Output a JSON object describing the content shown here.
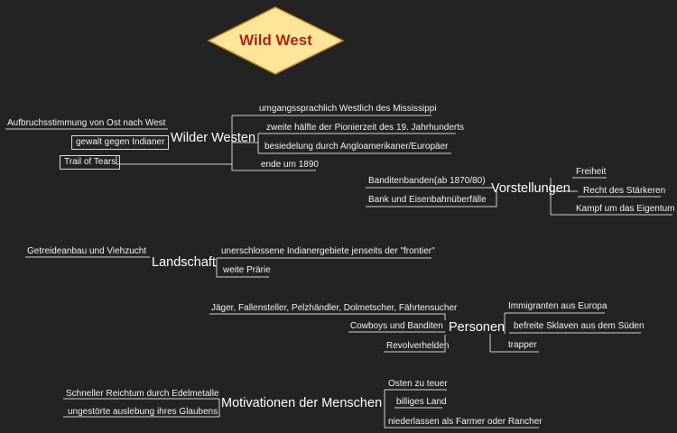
{
  "center": "Wild West",
  "branches": {
    "wilder_westen": {
      "title": "Wilder Westen",
      "left": [
        "Aufbruchsstimmung von Ost nach West",
        "gewalt gegen Indianer",
        "Trail of Tears"
      ],
      "right": [
        "umgangssprachlich Westlich des Mississippi",
        "zweite hälfte der Pionierzeit des 19. Jahrhunderts",
        "besiedelung durch Angloamerikaner/Europäer",
        "ende um 1890"
      ]
    },
    "vorstellungen": {
      "title": "Vorstellungen",
      "left": [
        "Banditenbanden(ab 1870/80)",
        "Bank und Eisenbahnüberfälle"
      ],
      "right": [
        "Freiheit",
        "Recht des Stärkeren",
        "Kampf um das Eigentum"
      ]
    },
    "landschaft": {
      "title": "Landschaft",
      "left": [
        "Getreideanbau und Viehzucht"
      ],
      "right": [
        "unerschlossene Indianergebiete jenseits der \"frontier\"",
        "weite Prärie"
      ]
    },
    "personen": {
      "title": "Personen",
      "left": [
        "Jäger, Fallensteller, Pelzhändler, Dolmetscher, Fährtensucher",
        "Cowboys und Banditen",
        "Revolverhelden"
      ],
      "right": [
        "Immigranten aus Europa",
        "befreite Sklaven aus dem Süden",
        "trapper"
      ]
    },
    "motivationen": {
      "title": "Motivationen der Menschen",
      "left": [
        "Schneller Reichtum durch Edelmetalle",
        "ungestörte auslebung ihres Glaubens"
      ],
      "right": [
        "Osten zu teuer",
        "billiges Land",
        "niederlassen als Farmer oder Rancher"
      ]
    }
  }
}
